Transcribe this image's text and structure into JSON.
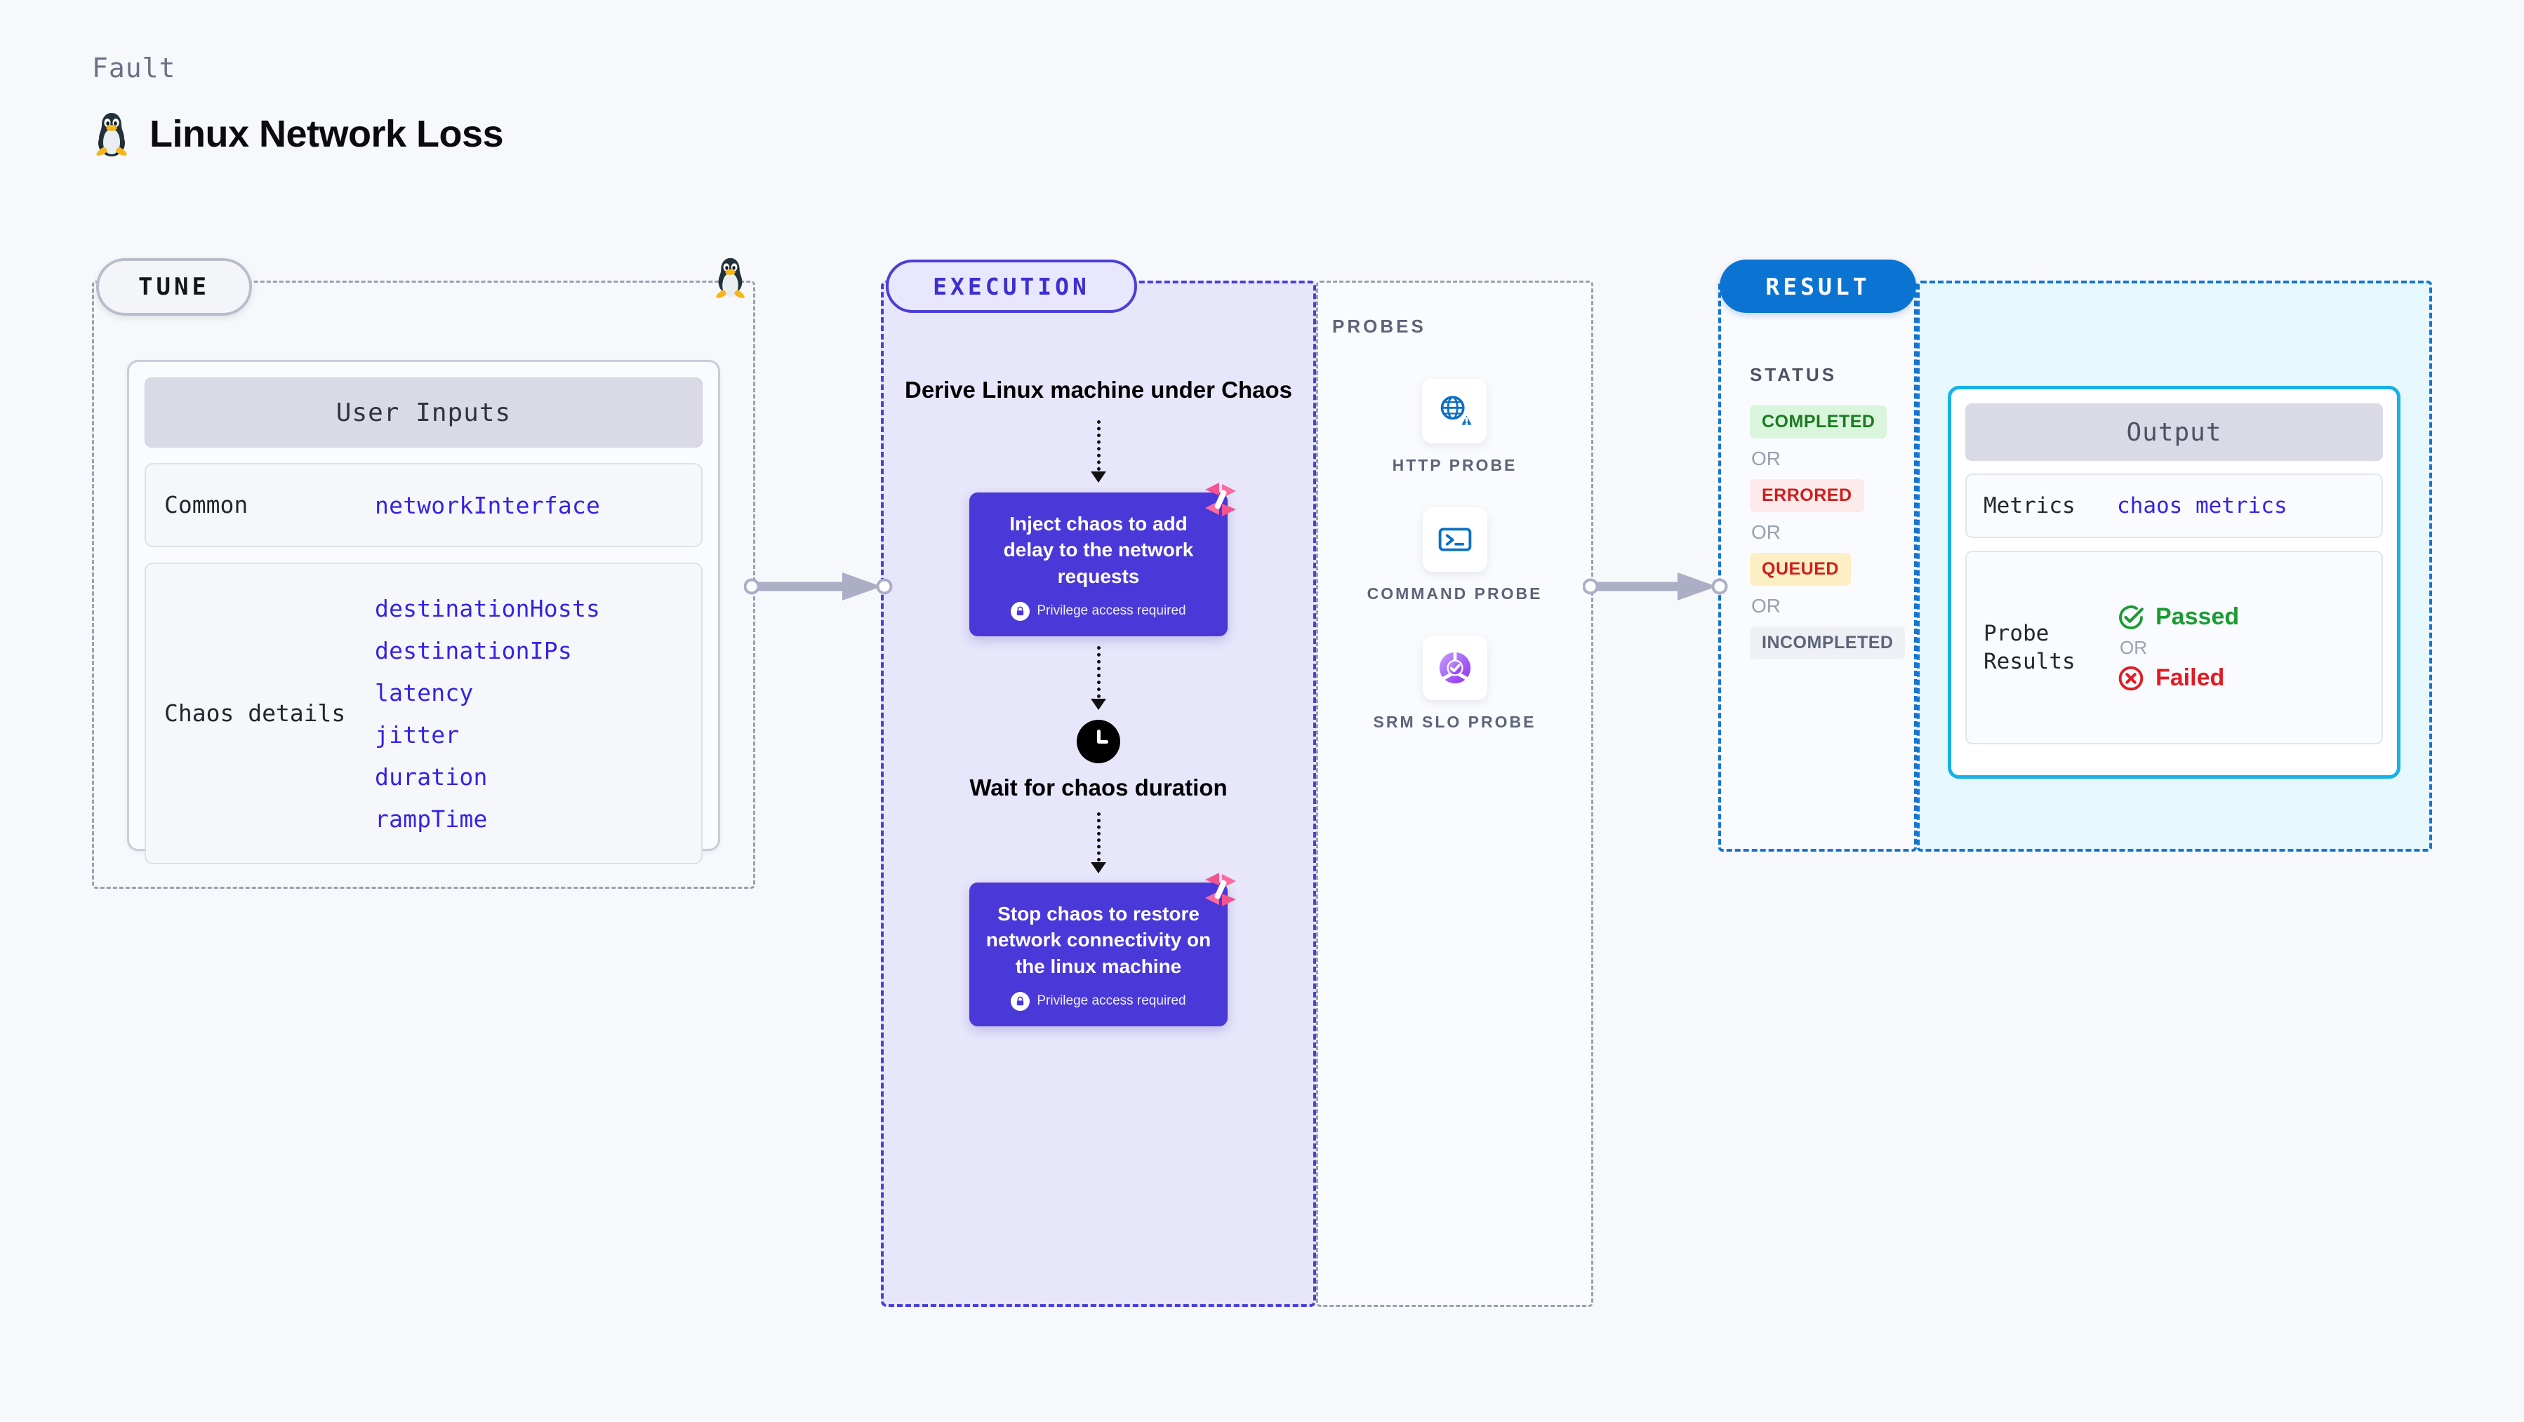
{
  "header": {
    "eyebrow": "Fault",
    "title": "Linux Network Loss",
    "icon": "tux-penguin-icon"
  },
  "tune": {
    "badge": "TUNE",
    "marker_icon": "tux-penguin-icon",
    "card_title": "User Inputs",
    "groups": [
      {
        "label": "Common",
        "values": [
          "networkInterface"
        ]
      },
      {
        "label": "Chaos details",
        "values": [
          "destinationHosts",
          "destinationIPs",
          "latency",
          "jitter",
          "duration",
          "rampTime"
        ]
      }
    ]
  },
  "execution": {
    "badge": "EXECUTION",
    "steps": [
      {
        "kind": "title",
        "text": "Derive Linux machine under Chaos"
      },
      {
        "kind": "card",
        "text": "Inject chaos to add delay to the network requests",
        "privilege": "Privilege access required",
        "badge_icon": "harness-logo-icon",
        "lock_icon": "lock-icon"
      },
      {
        "kind": "wait",
        "icon": "clock-icon",
        "text": "Wait for chaos duration"
      },
      {
        "kind": "card",
        "text": "Stop chaos to restore network connectivity on the linux machine",
        "privilege": "Privilege access required",
        "badge_icon": "harness-logo-icon",
        "lock_icon": "lock-icon"
      }
    ]
  },
  "probes": {
    "label": "PROBES",
    "items": [
      {
        "name": "HTTP PROBE",
        "icon": "globe-warning-icon"
      },
      {
        "name": "COMMAND PROBE",
        "icon": "terminal-icon"
      },
      {
        "name": "SRM SLO PROBE",
        "icon": "srm-slo-donut-icon"
      }
    ]
  },
  "result": {
    "badge": "RESULT",
    "status_label": "STATUS",
    "or_text": "OR",
    "statuses": [
      {
        "text": "COMPLETED",
        "bg": "#d9f5dc",
        "fg": "#1a7a1f"
      },
      {
        "text": "ERRORED",
        "bg": "#fdeaea",
        "fg": "#cc1e1e"
      },
      {
        "text": "QUEUED",
        "bg": "#fdefc4",
        "fg": "#cc1e1e"
      },
      {
        "text": "INCOMPLETED",
        "bg": "#eff0f5",
        "fg": "#5d6478"
      }
    ],
    "output": {
      "title": "Output",
      "metrics_label": "Metrics",
      "metrics_value": "chaos metrics",
      "probe_label": "Probe Results",
      "passed": "Passed",
      "failed": "Failed",
      "or_text": "OR",
      "passed_icon": "check-circle-icon",
      "failed_icon": "x-circle-icon"
    }
  },
  "colors": {
    "accent_purple": "#4a38d8",
    "accent_blue": "#0b74d3",
    "accent_cyan": "#16b1e8",
    "link_blue": "#3722e3",
    "pink": "#f4538f",
    "green": "#1a9c33",
    "red": "#e01b24"
  }
}
